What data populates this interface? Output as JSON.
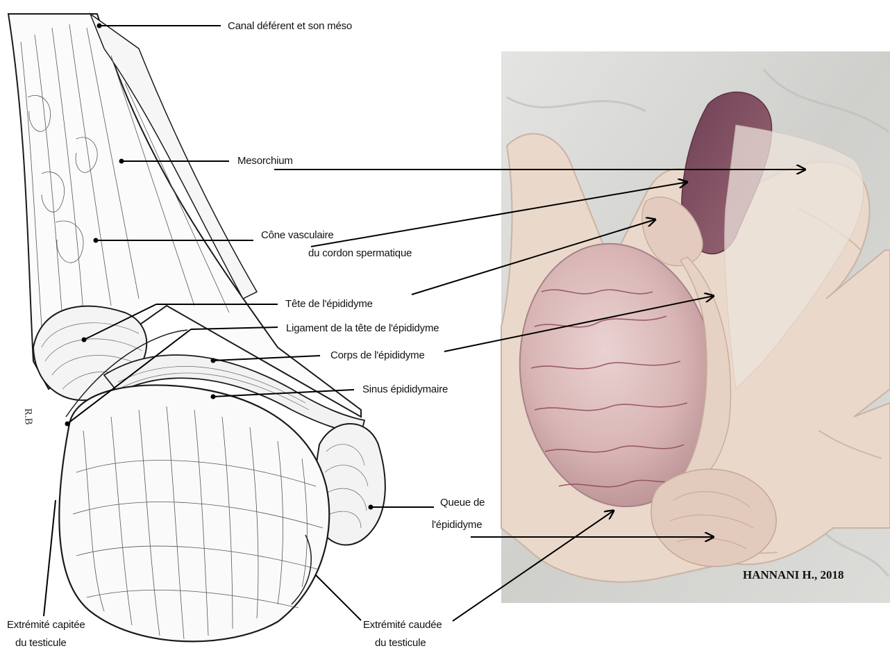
{
  "labels": {
    "canal_deferent": "Canal déférent et son méso",
    "mesorchium": "Mesorchium",
    "cone_vasculaire_1": "Cône vasculaire",
    "cone_vasculaire_2": "du cordon spermatique",
    "tete_epididyme": "Tête de l'épididyme",
    "ligament_tete": "Ligament de la tête de l'épididyme",
    "corps_epididyme": "Corps de l'épididyme",
    "sinus_epididymaire": "Sinus épididymaire",
    "queue_epididyme_1": "Queue de",
    "queue_epididyme_2": "l'épididyme",
    "extremite_capitee_1": "Extrémité capitée",
    "extremite_capitee_2": "du testicule",
    "extremite_caudee_1": "Extrémité caudée",
    "extremite_caudee_2": "du testicule"
  },
  "drawing_signature": "R.B",
  "photo_credit": "HANNANI H., 2018",
  "colors": {
    "line": "#000000",
    "marble": "#d9d9d6",
    "glove": "#e9d7c8",
    "testis": "#d9b9b8",
    "vessel": "#8e4a5c"
  }
}
